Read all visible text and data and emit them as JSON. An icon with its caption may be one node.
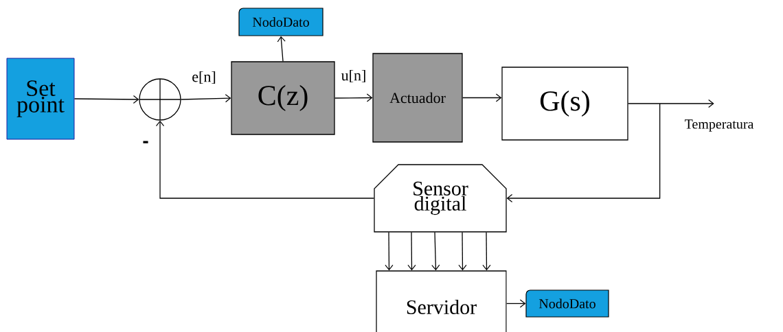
{
  "diagram": {
    "nodes": [
      {
        "text": [
          "Set point"
        ]
      },
      {
        "text": [],
        "shape": "circle"
      },
      {
        "text": [
          "NodoDato"
        ]
      },
      {
        "text": [
          "C(z)"
        ]
      },
      {
        "text": [
          "Actuador"
        ]
      },
      {
        "text": [
          "G(s)"
        ]
      },
      {
        "text": [
          "Sensor digital"
        ]
      },
      {
        "text": [
          "Servidor"
        ]
      },
      {
        "text": [
          "NodoDato"
        ]
      }
    ],
    "edges": [
      {
        "from": 0,
        "to": 1,
        "arrow": "to"
      },
      {
        "from": 1,
        "to": 3,
        "arrow": "to",
        "label": "e[n]"
      },
      {
        "from": 3,
        "to": 2,
        "arrow": "to"
      },
      {
        "from": 3,
        "to": 4,
        "arrow": "to",
        "label": "u[n]"
      },
      {
        "from": 4,
        "to": 5,
        "arrow": "to"
      },
      {
        "from": 5,
        "to": null,
        "arrow": "to",
        "label": "Temperatura"
      },
      {
        "from": 5,
        "to": 6,
        "arrow": "to"
      },
      {
        "from": 6,
        "to": 1,
        "arrow": "to",
        "label": "-"
      },
      {
        "from": 6,
        "to": 7,
        "arrow": "to"
      },
      {
        "from": 6,
        "to": 7,
        "arrow": "to"
      },
      {
        "from": 6,
        "to": 7,
        "arrow": "to"
      },
      {
        "from": 6,
        "to": 7,
        "arrow": "to"
      },
      {
        "from": 6,
        "to": 7,
        "arrow": "to"
      },
      {
        "from": 7,
        "to": 8,
        "arrow": "to"
      }
    ]
  }
}
